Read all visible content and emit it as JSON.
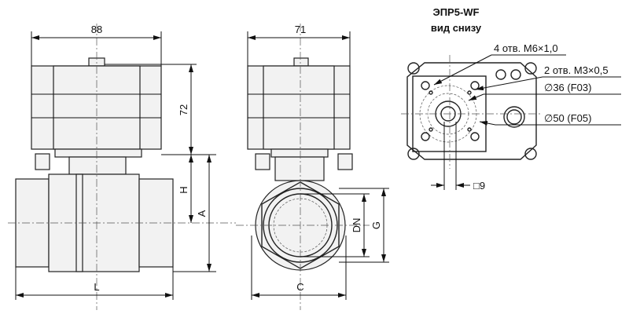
{
  "front_view": {
    "width_dim": "88",
    "height_dim": "72",
    "h_dim": "H",
    "a_dim": "A",
    "l_dim": "L"
  },
  "side_view": {
    "width_dim": "71",
    "c_dim": "C",
    "dn_dim": "DN",
    "g_dim": "G"
  },
  "bottom_view": {
    "title": "ЭПР5-WF",
    "subtitle": "вид снизу",
    "callouts": [
      "4 отв. M6×1,0",
      "2 отв. M3×0,5",
      "∅36 (F03)",
      "∅50 (F05)"
    ],
    "square_dim": "□9"
  }
}
